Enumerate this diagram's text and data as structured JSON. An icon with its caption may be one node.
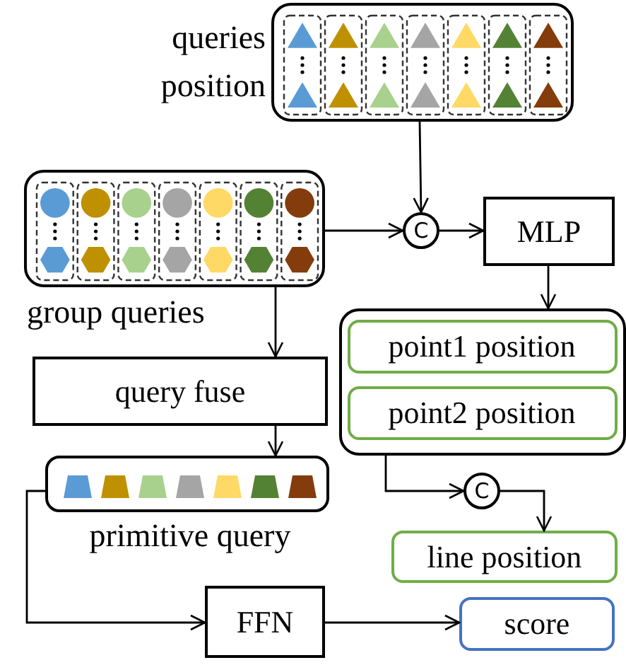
{
  "diagram": {
    "nodes": [
      {
        "text": [
          "queries position"
        ]
      },
      {
        "text": [
          "group queries"
        ]
      },
      {
        "text": [
          "C"
        ]
      },
      {
        "text": [
          "MLP"
        ]
      },
      {
        "text": [],
        "shape": "box"
      },
      {
        "text": [
          "point1 position"
        ],
        "in": 4
      },
      {
        "text": [
          "point2 position"
        ],
        "in": 4
      },
      {
        "text": [
          "C"
        ]
      },
      {
        "text": [
          "line position"
        ]
      },
      {
        "text": [
          "query fuse"
        ]
      },
      {
        "text": [
          "primitive query"
        ]
      },
      {
        "text": [
          "FFN"
        ]
      },
      {
        "text": [
          "score"
        ]
      }
    ],
    "edges": [
      {
        "from": 0,
        "to": 2,
        "arrow": "to"
      },
      {
        "from": 1,
        "to": 2,
        "arrow": "to"
      },
      {
        "from": 2,
        "to": 3,
        "arrow": "to"
      },
      {
        "from": 3,
        "to": 4,
        "arrow": "to"
      },
      {
        "from": 1,
        "to": 9,
        "arrow": "to"
      },
      {
        "from": 9,
        "to": 10,
        "arrow": "to"
      },
      {
        "from": 4,
        "to": 7,
        "arrow": "to"
      },
      {
        "from": 7,
        "to": 8,
        "arrow": "to"
      },
      {
        "from": 10,
        "to": 11,
        "arrow": "to"
      },
      {
        "from": 11,
        "to": 12,
        "arrow": "to"
      }
    ]
  }
}
